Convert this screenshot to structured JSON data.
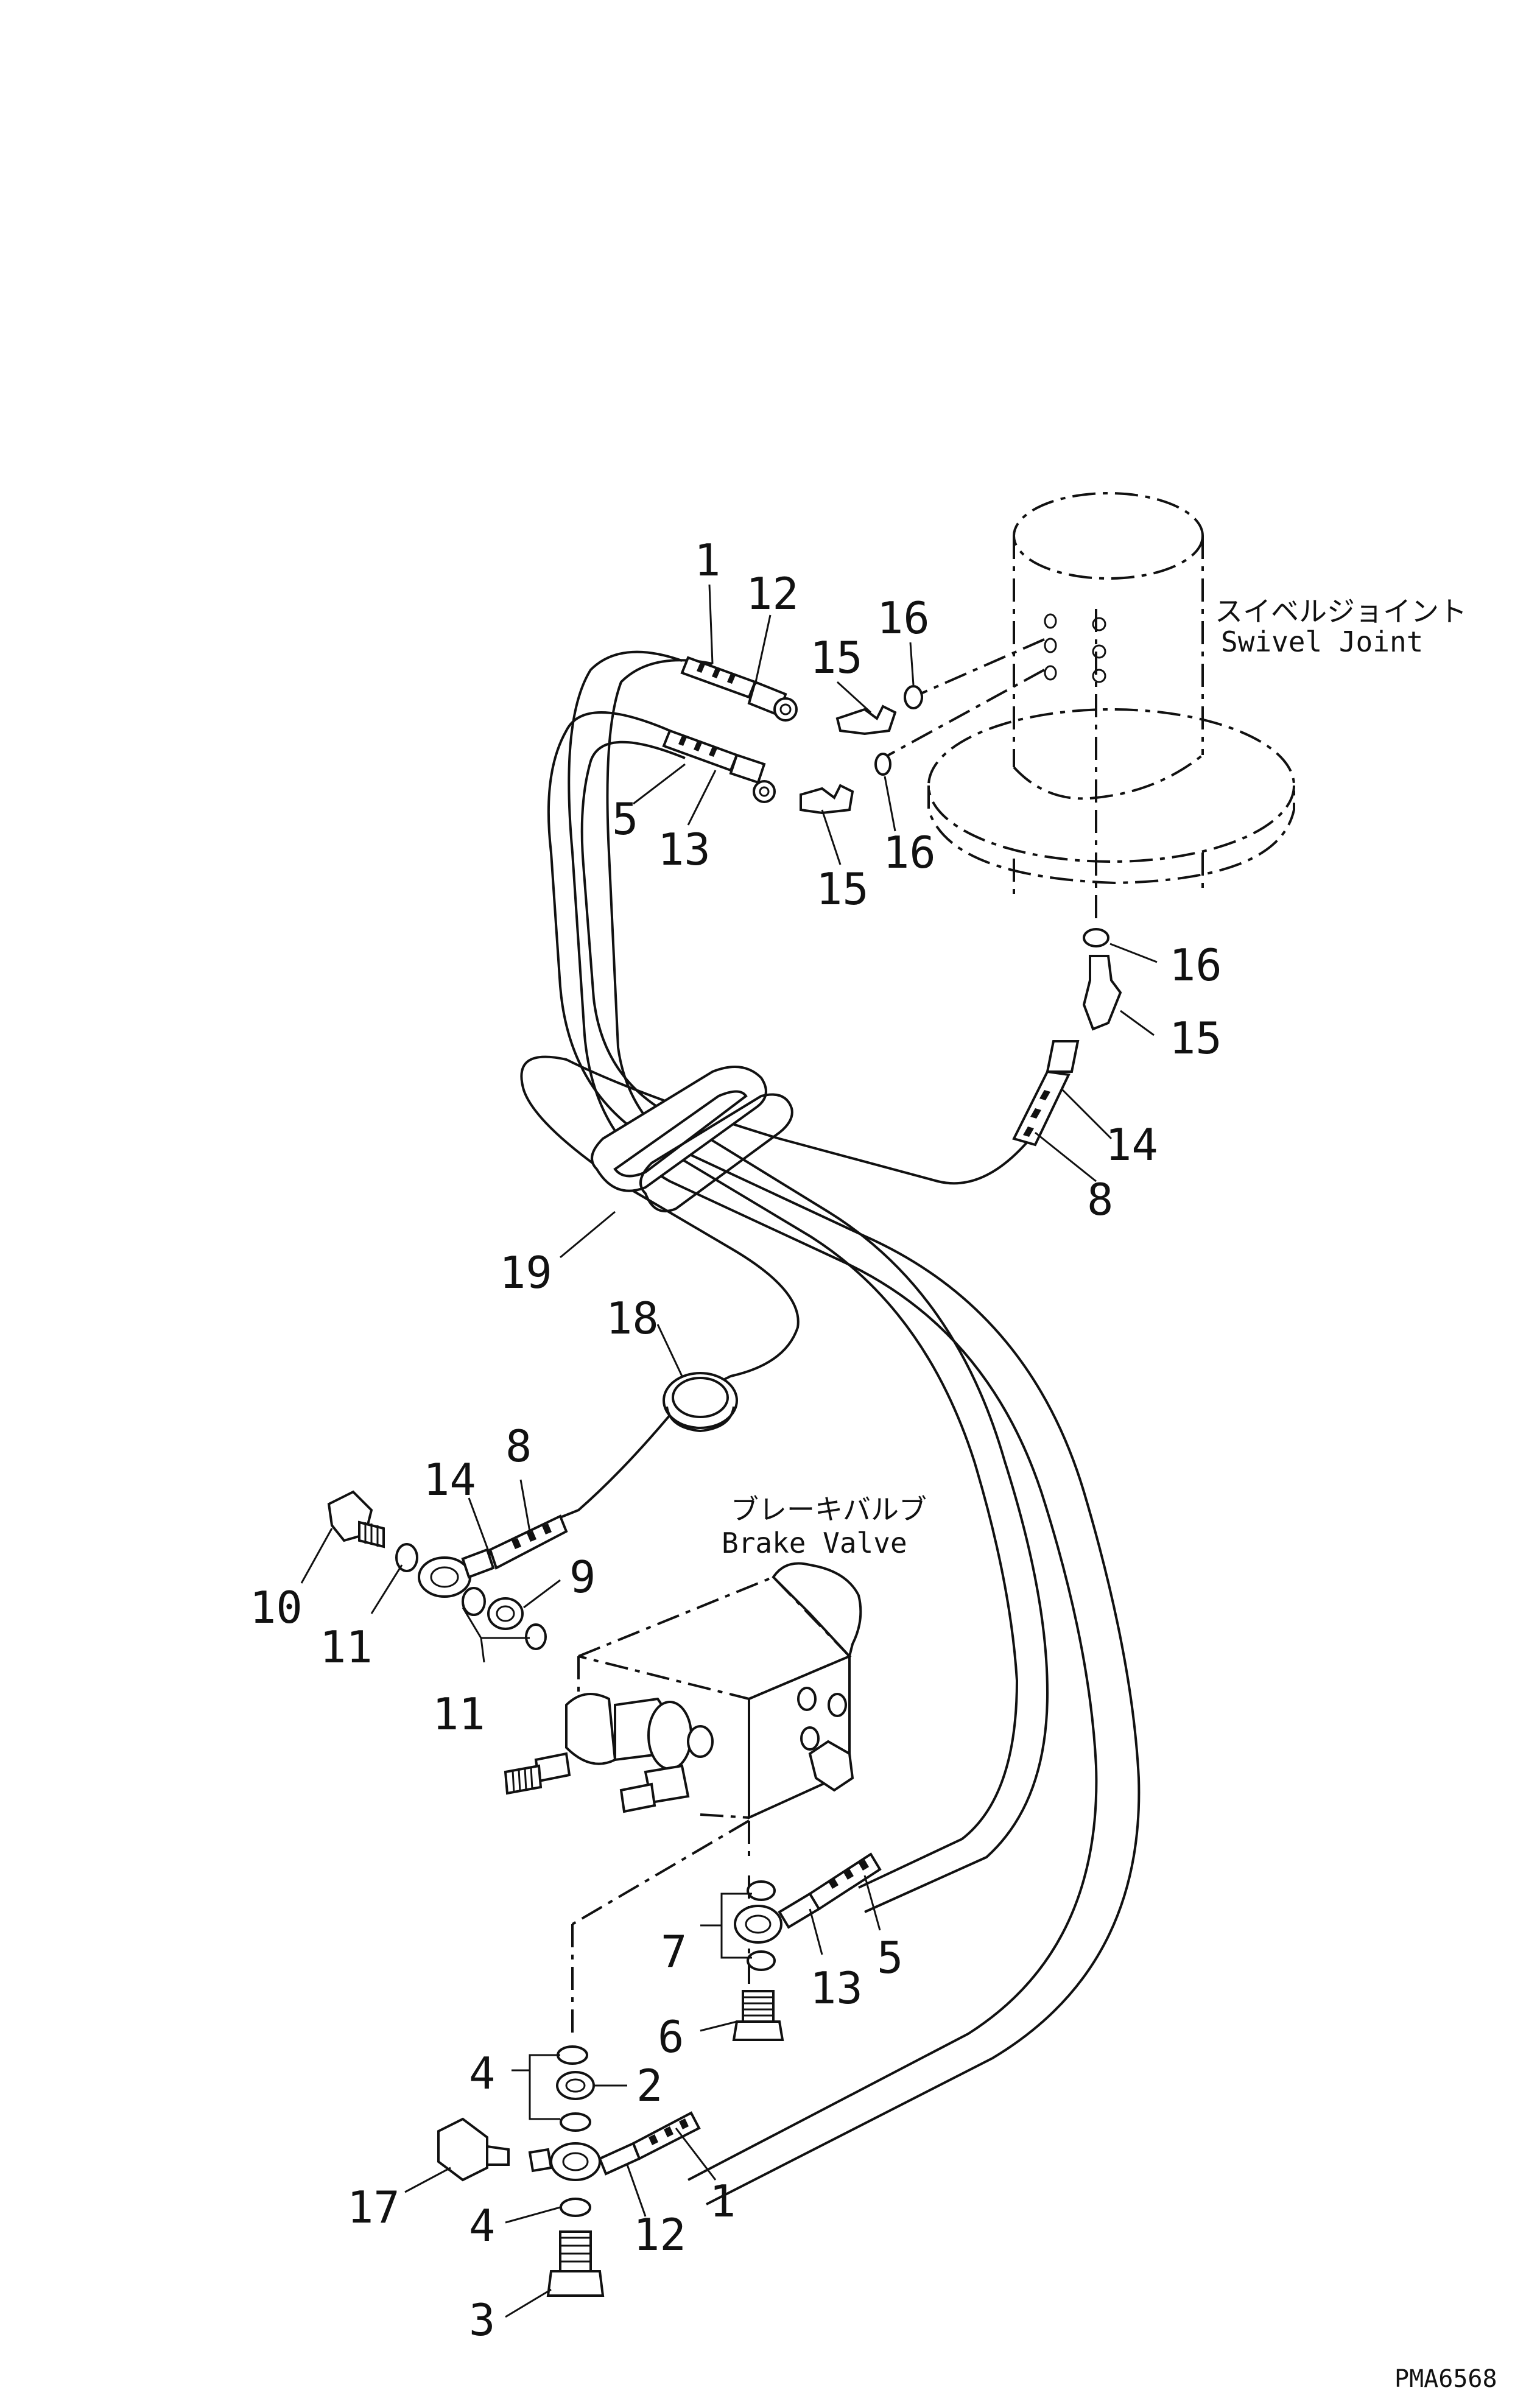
{
  "labels": {
    "swivel_joint_jp": "スイベルジョイント",
    "swivel_joint_en": "Swivel Joint",
    "brake_valve_jp": "ブレーキバルブ",
    "brake_valve_en": "Brake Valve",
    "drawing_ref": "PMA6568"
  },
  "part_numbers": {
    "n1_top": "1",
    "n12_top": "12",
    "n15_top": "15",
    "n16_top": "16",
    "n5_top": "5",
    "n13_top": "13",
    "n15_mid": "15",
    "n16_mid": "16",
    "n16_right": "16",
    "n15_right": "15",
    "n14_right": "14",
    "n8_right": "8",
    "n19": "19",
    "n18": "18",
    "n8_left": "8",
    "n14_left": "14",
    "n9": "9",
    "n10": "10",
    "n11_a": "11",
    "n11_b": "11",
    "n7": "7",
    "n13_bot": "13",
    "n5_bot": "5",
    "n6": "6",
    "n4_a": "4",
    "n2": "2",
    "n17": "17",
    "n4_b": "4",
    "n12_bot": "12",
    "n1_bot": "1",
    "n3": "3"
  }
}
